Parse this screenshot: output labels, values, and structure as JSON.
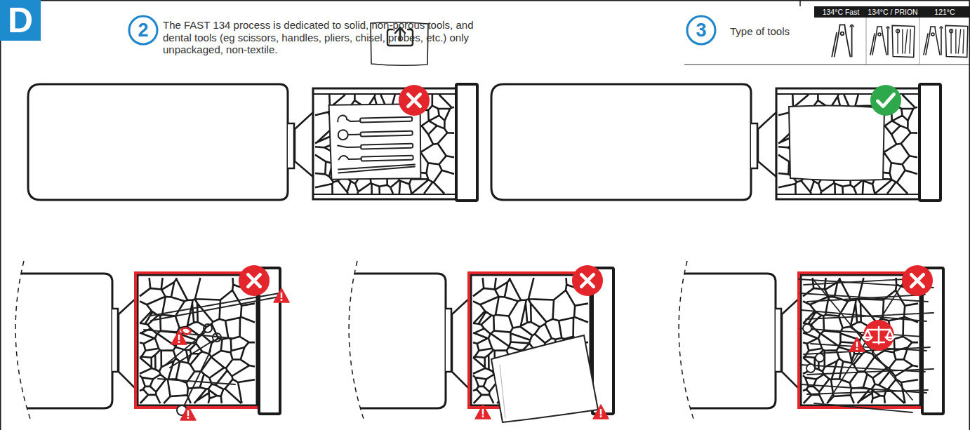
{
  "diagram": {
    "nodes": [
      {
        "text": [
          "D"
        ]
      },
      {
        "text": [
          "2"
        ]
      },
      {
        "text": [
          "3"
        ]
      }
    ],
    "labels": [
      "The FAST 134 process is dedicated to solid, non-porous tools, and dental tools (eg scissors, handles, pliers, chisel, probes, etc.) only unpackaged, non-textile.",
      "Type of tools",
      "134°C Fast",
      "134°C / PRION",
      "121°C"
    ]
  }
}
